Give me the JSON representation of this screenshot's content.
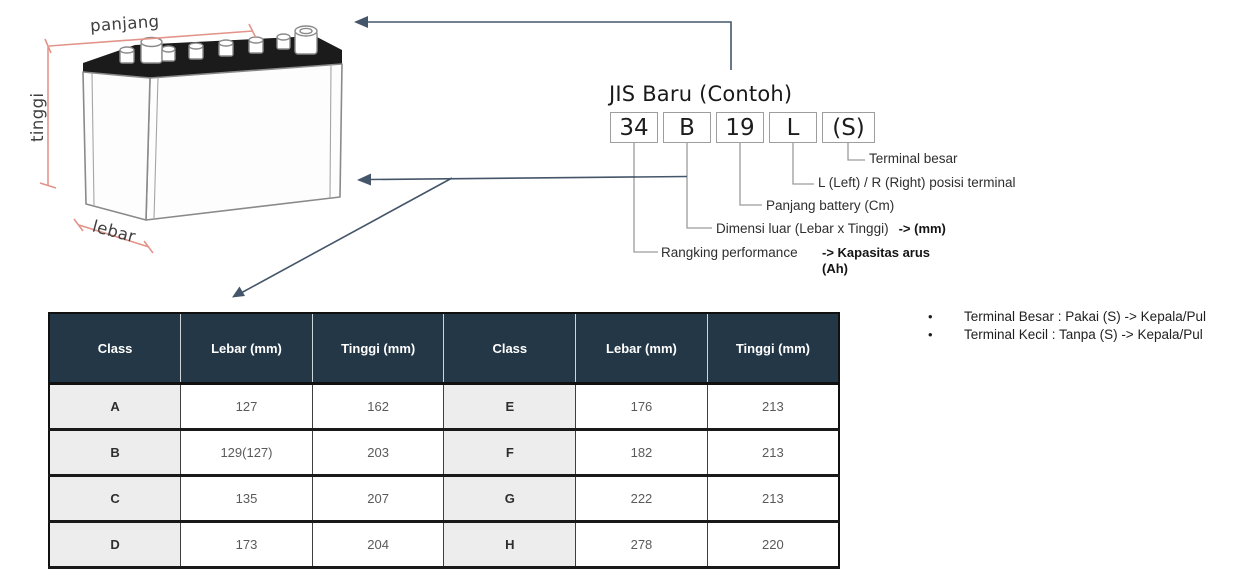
{
  "battery_diagram": {
    "labels": {
      "panjang": "panjang",
      "tinggi": "tinggi",
      "lebar": "lebar"
    }
  },
  "jis_code": {
    "title": "JIS Baru (Contoh)",
    "segments": [
      "34",
      "B",
      "19",
      "L",
      "(S)"
    ],
    "annotations": [
      {
        "label": "Terminal besar"
      },
      {
        "label": "L (Left) / R (Right) posisi terminal"
      },
      {
        "label": "Panjang battery (Cm)"
      },
      {
        "label": "Dimensi luar (Lebar x Tinggi)",
        "suffix": "-> (mm)"
      },
      {
        "label": "Rangking performance",
        "suffix": "-> Kapasitas arus",
        "suffix2": "(Ah)"
      }
    ]
  },
  "size_table": {
    "headers": [
      "Class",
      "Lebar (mm)",
      "Tinggi (mm)",
      "Class",
      "Lebar (mm)",
      "Tinggi (mm)"
    ],
    "rows": [
      [
        "A",
        "127",
        "162",
        "E",
        "176",
        "213"
      ],
      [
        "B",
        "129(127)",
        "203",
        "F",
        "182",
        "213"
      ],
      [
        "C",
        "135",
        "207",
        "G",
        "222",
        "213"
      ],
      [
        "D",
        "173",
        "204",
        "H",
        "278",
        "220"
      ]
    ]
  },
  "notes": {
    "bullet_glyph": "•",
    "items": [
      "Terminal Besar : Pakai (S) -> Kepala/Pul",
      "Terminal Kecil : Tanpa (S) -> Kepala/Pul"
    ]
  },
  "colors": {
    "table_header_bg": "#233746",
    "dimension_line": "#e2948a",
    "arrow": "#45566a",
    "connector": "#9c9c9c"
  }
}
